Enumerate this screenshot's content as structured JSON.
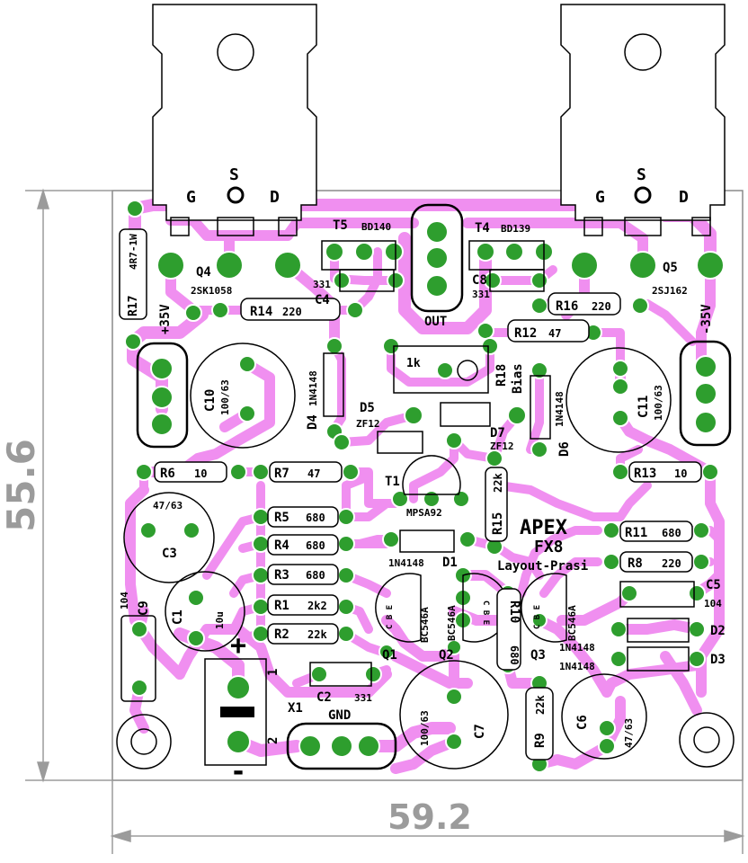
{
  "dimensions": {
    "height": "55.6",
    "width": "59.2"
  },
  "colors": {
    "trace": "#f08ff0",
    "pad": "#2e9e2e",
    "silk": "#000000",
    "dim": "#9b9b9b",
    "board": "#ffffff"
  },
  "title": {
    "line1": "APEX",
    "line2": "FX8",
    "line3": "Layout-Prasi"
  },
  "mosfets": {
    "q4": {
      "label": "Q4",
      "part": "2SK1058",
      "g": "G",
      "s": "S",
      "d": "D"
    },
    "q5": {
      "label": "Q5",
      "part": "2SJ162",
      "g": "G",
      "s": "S",
      "d": "D"
    }
  },
  "transistors": {
    "t5": {
      "label": "T5",
      "part": "BD140"
    },
    "t4": {
      "label": "T4",
      "part": "BD139"
    },
    "t1": {
      "label": "T1",
      "part": "MPSA92"
    },
    "q1": {
      "label": "Q1",
      "part": "BC546A",
      "pins": "C B E"
    },
    "q2": {
      "label": "Q2",
      "part": "BC546A",
      "pins": "C B E"
    },
    "q3": {
      "label": "Q3",
      "part": "BC546A",
      "pins": "C B E"
    }
  },
  "resistors": {
    "r17": {
      "label": "R17",
      "value": "4R7-1W"
    },
    "r14": {
      "label": "R14",
      "value": "220"
    },
    "r16": {
      "label": "R16",
      "value": "220"
    },
    "r12": {
      "label": "R12",
      "value": "47"
    },
    "r6": {
      "label": "R6",
      "value": "10"
    },
    "r7": {
      "label": "R7",
      "value": "47"
    },
    "r13": {
      "label": "R13",
      "value": "10"
    },
    "r5": {
      "label": "R5",
      "value": "680"
    },
    "r4": {
      "label": "R4",
      "value": "680"
    },
    "r3": {
      "label": "R3",
      "value": "680"
    },
    "r1": {
      "label": "R1",
      "value": "2k2"
    },
    "r2": {
      "label": "R2",
      "value": "22k"
    },
    "r11": {
      "label": "R11",
      "value": "680"
    },
    "r8": {
      "label": "R8",
      "value": "220"
    },
    "r15": {
      "label": "R15",
      "value": "22k"
    },
    "r10": {
      "label": "R10",
      "value": "680"
    },
    "r9": {
      "label": "R9",
      "value": "22k"
    },
    "r18": {
      "label": "R18",
      "value": "Bias",
      "trim": "1k"
    }
  },
  "capacitors": {
    "c4": {
      "label": "C4",
      "value": "331"
    },
    "c8": {
      "label": "C8",
      "value": "331"
    },
    "c10": {
      "label": "C10",
      "value": "100/63"
    },
    "c11": {
      "label": "C11",
      "value": "100/63"
    },
    "c3": {
      "label": "C3",
      "value": "47/63"
    },
    "c9": {
      "label": "C9",
      "value": "104"
    },
    "c1": {
      "label": "C1",
      "value": "10u"
    },
    "c2": {
      "label": "C2",
      "value": "331"
    },
    "c7": {
      "label": "C7",
      "value": "100/63"
    },
    "c6": {
      "label": "C6",
      "value": "47/63"
    },
    "c5": {
      "label": "C5",
      "value": "104"
    }
  },
  "diodes": {
    "d4": {
      "label": "D4",
      "part": "1N4148"
    },
    "d5": {
      "label": "D5",
      "part": "ZF12"
    },
    "d7": {
      "label": "D7",
      "part": "ZF12"
    },
    "d6": {
      "label": "D6",
      "part": "1N4148"
    },
    "d1": {
      "label": "D1",
      "part": "1N4148"
    },
    "d2": {
      "label": "D2",
      "part": "1N4148"
    },
    "d3": {
      "label": "D3",
      "part": "1N4148"
    }
  },
  "connectors": {
    "plus35": "+35V",
    "minus35": "-35V",
    "out": "OUT",
    "gnd": "GND",
    "x1": "X1",
    "in1": "1",
    "in2": "2",
    "plus": "+",
    "minus": "-"
  }
}
